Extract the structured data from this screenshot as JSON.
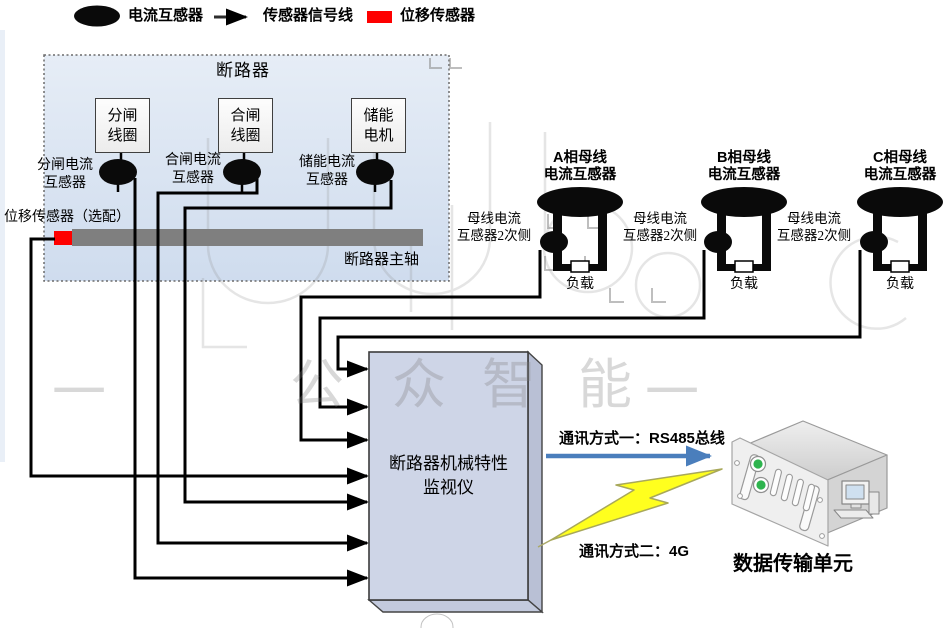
{
  "legend": {
    "items": [
      {
        "icon": "current-transformer-ellipse-icon",
        "label": "电流互感器"
      },
      {
        "icon": "sensor-signal-arrow-icon",
        "label": "传感器信号线"
      },
      {
        "icon": "displacement-sensor-red-icon",
        "label": "位移传感器"
      }
    ]
  },
  "breaker": {
    "title": "断路器",
    "coils": [
      {
        "line1": "分闸",
        "line2": "线圈"
      },
      {
        "line1": "合闸",
        "line2": "线圈"
      },
      {
        "line1": "储能",
        "line2": "电机"
      }
    ],
    "ct_labels": [
      {
        "line1": "分闸电流",
        "line2": "互感器"
      },
      {
        "line1": "合闸电流",
        "line2": "互感器"
      },
      {
        "line1": "储能电流",
        "line2": "互感器"
      }
    ],
    "displacement_label": "位移传感器（选配）",
    "shaft_label": "断路器主轴"
  },
  "bus": {
    "phases": [
      {
        "title_line1": "A相母线",
        "title_line2": "电流互感器",
        "secondary_line1": "母线电流",
        "secondary_line2": "互感器2次侧",
        "load_label": "负载"
      },
      {
        "title_line1": "B相母线",
        "title_line2": "电流互感器",
        "secondary_line1": "母线电流",
        "secondary_line2": "互感器2次侧",
        "load_label": "负载"
      },
      {
        "title_line1": "C相母线",
        "title_line2": "电流互感器",
        "secondary_line1": "母线电流",
        "secondary_line2": "互感器2次侧",
        "load_label": "负载"
      }
    ]
  },
  "monitor": {
    "title_line1": "断路器机械特性",
    "title_line2": "监视仪"
  },
  "comm": {
    "method1_prefix": "通讯方式一：",
    "method1_value": "RS485总线",
    "method2_prefix": "通讯方式二：",
    "method2_value": "4G"
  },
  "dtu": {
    "label": "数据传输单元"
  },
  "watermark": {
    "char1": "公",
    "char2": "众",
    "char3": "智",
    "char4": "能",
    "dash": "一"
  },
  "colors": {
    "accent_blue": "#4a7ebc",
    "lightning_yellow": "#ffff00",
    "sensor_red": "#fe0000",
    "breaker_fill": "#dde6f3",
    "monitor_fill": "#ced5e7",
    "shaft_gray": "#7f7f7f",
    "led_green": "#2eb44e"
  }
}
